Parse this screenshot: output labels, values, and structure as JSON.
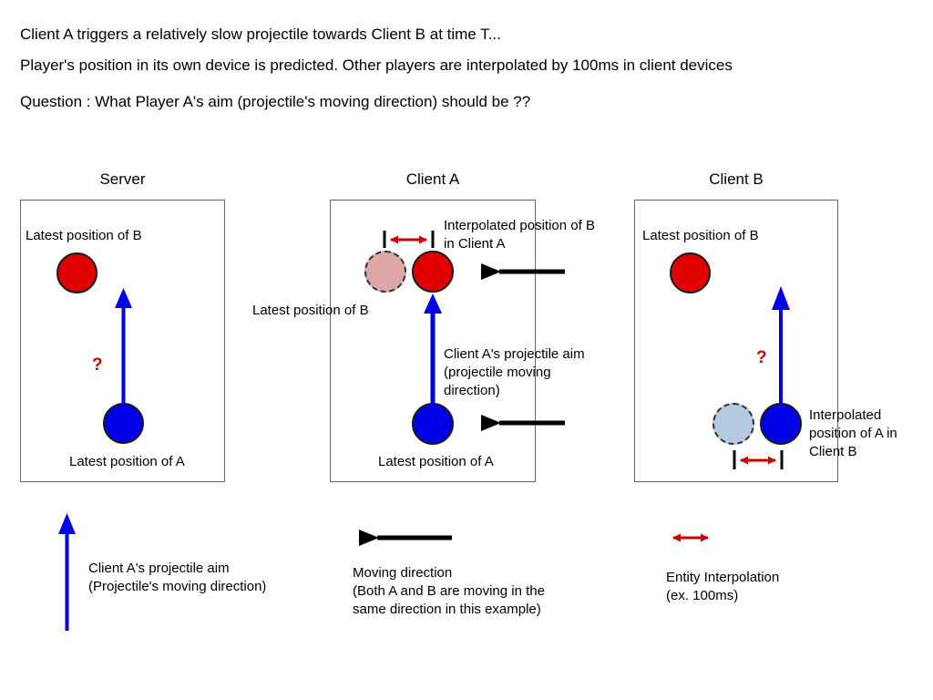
{
  "intro": {
    "lines": [
      "Client A triggers a relatively slow projectile towards Client B at time T...",
      "Player's position in its own device is predicted. Other players are interpolated by 100ms in client devices",
      "Question : What Player A's aim (projectile's moving direction) should be ??"
    ]
  },
  "colors": {
    "red": "#e00000",
    "blue": "#0000e6",
    "red_ghost": "#dda7a7",
    "blue_ghost": "#b4c9e2",
    "question_mark": "#cc0000",
    "arrow_black": "#000000",
    "panel_border": "#666666"
  },
  "panels": [
    {
      "id": "server",
      "title": "Server",
      "labels": {
        "latest_b": "Latest position of B",
        "latest_a": "Latest position of A",
        "question": "?"
      }
    },
    {
      "id": "client-a",
      "title": "Client A",
      "labels": {
        "interpolated_b_line1": "Interpolated position of B",
        "interpolated_b_line2": "in Client A",
        "latest_b": "Latest position of B",
        "aim_line1": "Client A's projectile aim",
        "aim_line2": "(projectile moving",
        "aim_line3": "direction)",
        "latest_a": "Latest position of A"
      }
    },
    {
      "id": "client-b",
      "title": "Client B",
      "labels": {
        "latest_b": "Latest position of B",
        "question": "?",
        "interpolated_a_line1": "Interpolated",
        "interpolated_a_line2": "position of A in",
        "interpolated_a_line3": "Client B"
      }
    }
  ],
  "legend": [
    {
      "id": "aim",
      "icon": "blue-up-arrow-icon",
      "lines": [
        "Client A's projectile aim",
        "(Projectile's moving direction)"
      ]
    },
    {
      "id": "moving-direction",
      "icon": "black-left-arrow-icon",
      "lines": [
        "Moving direction",
        "(Both A and B are moving in the",
        "same direction in this example)"
      ]
    },
    {
      "id": "entity-interpolation",
      "icon": "red-double-arrow-icon",
      "lines": [
        "Entity Interpolation",
        "(ex. 100ms)"
      ]
    }
  ]
}
